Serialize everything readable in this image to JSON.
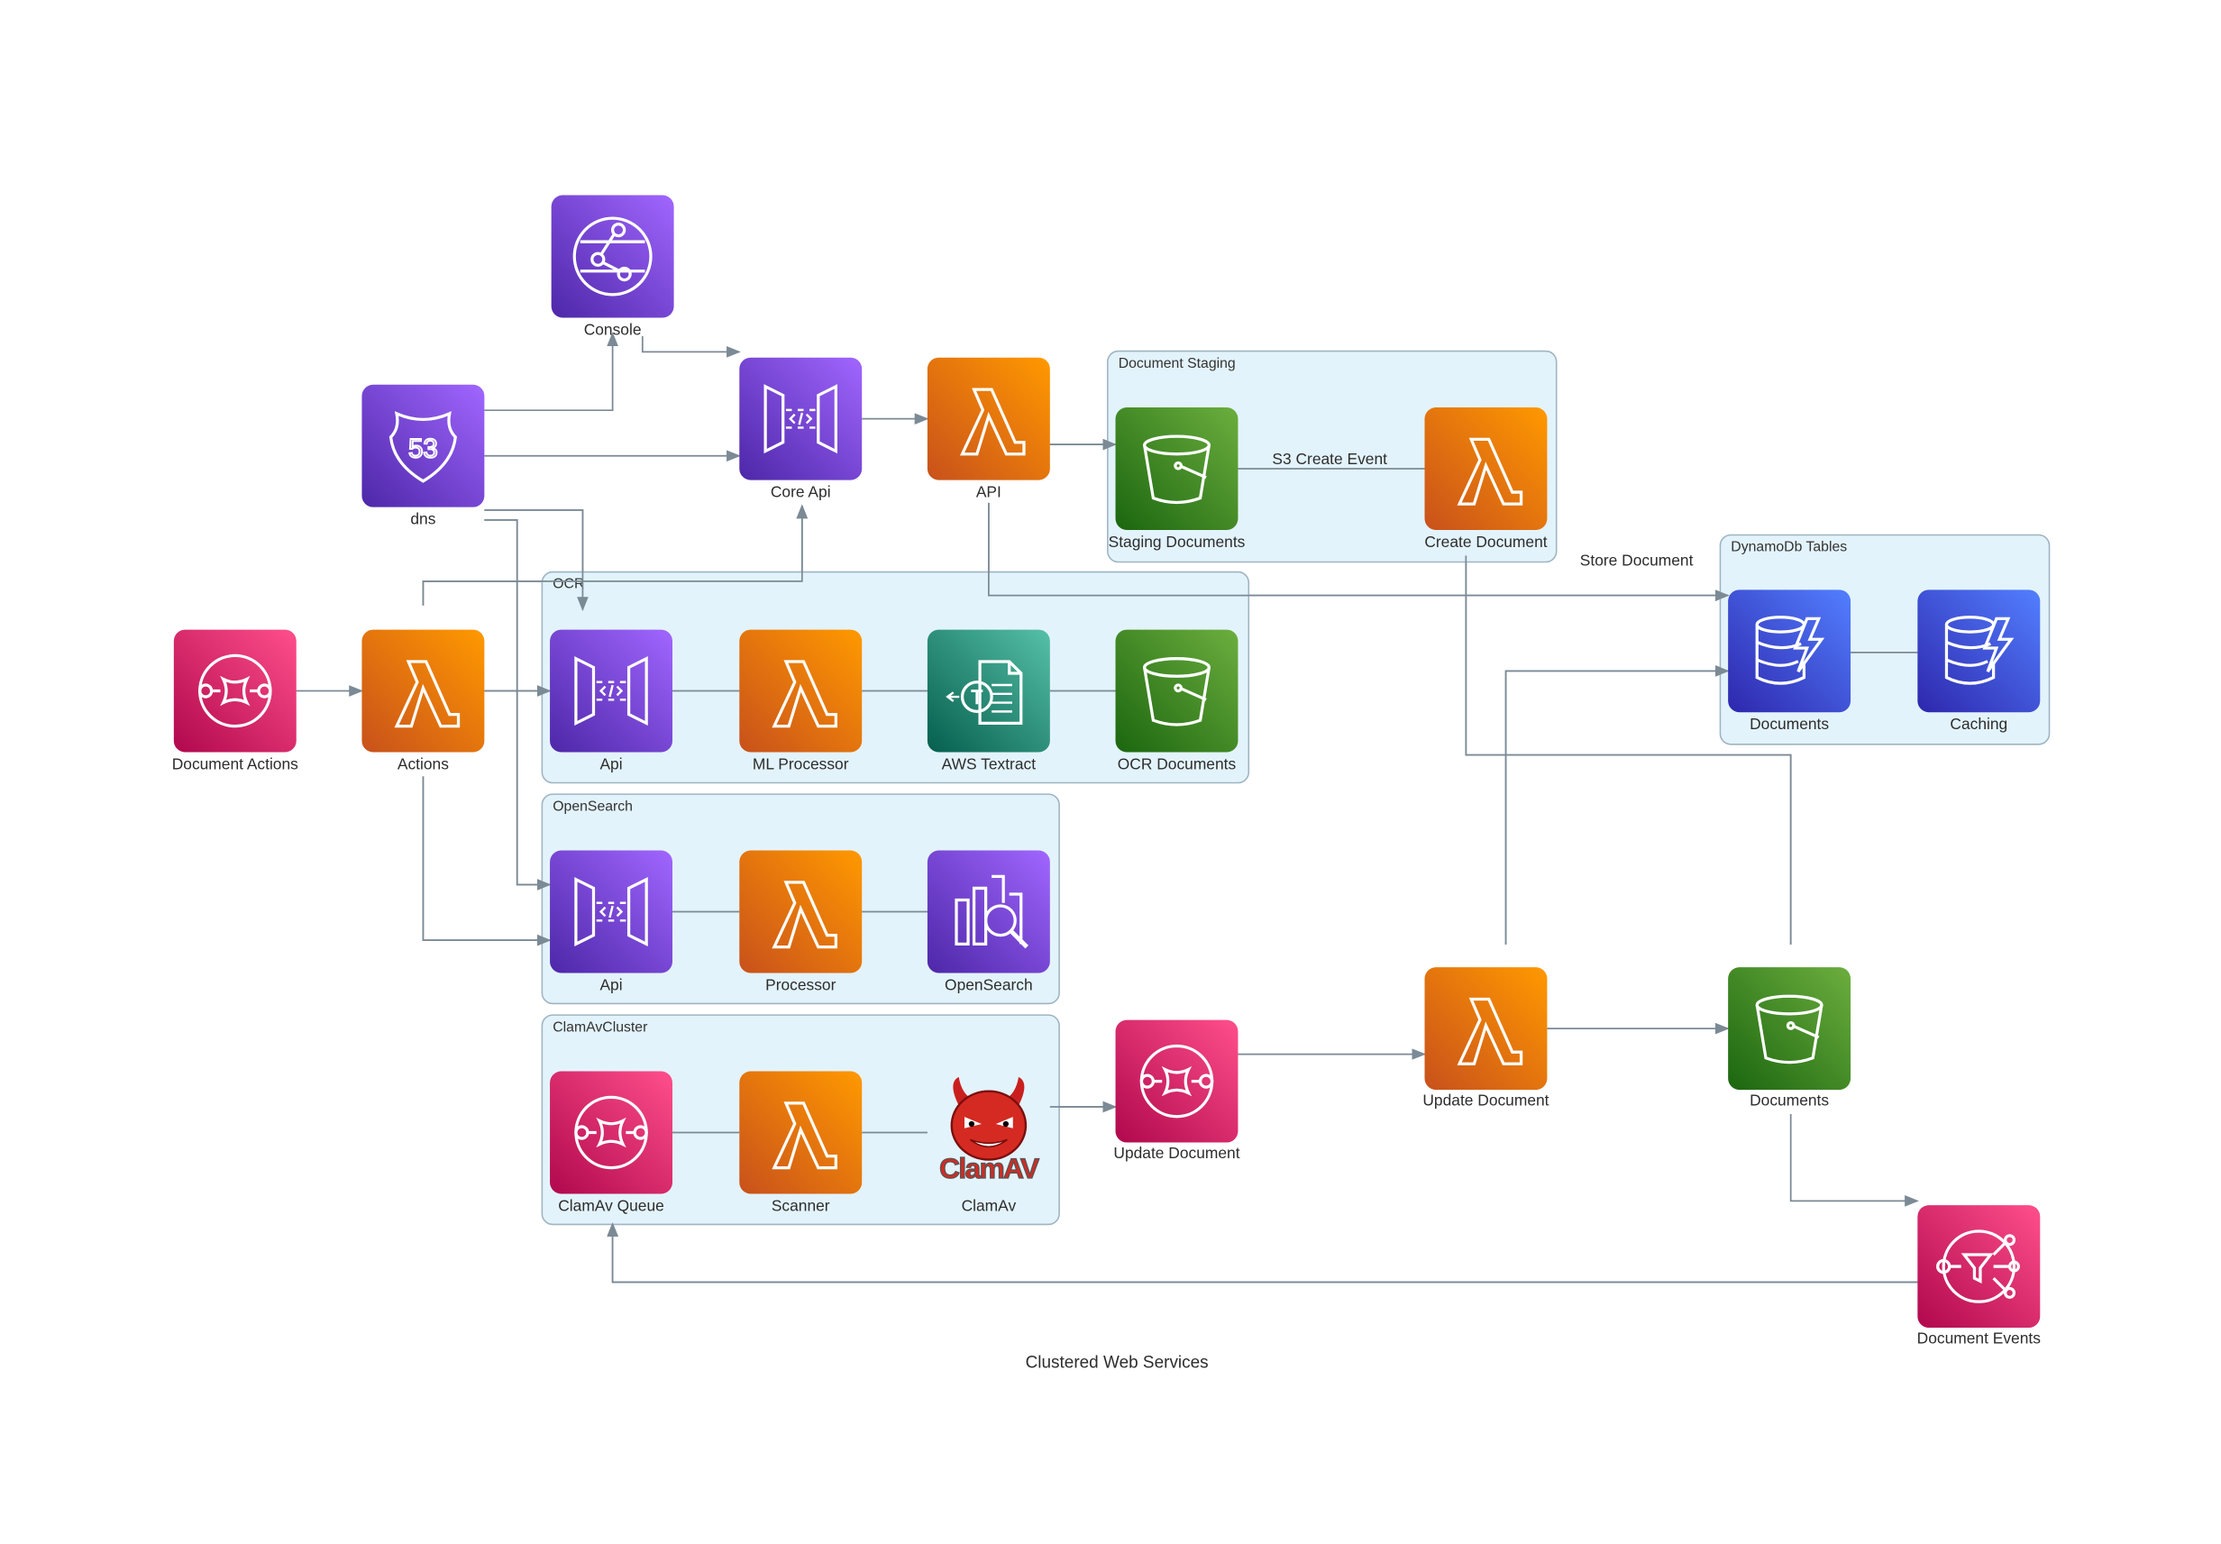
{
  "diagram": {
    "caption": "Clustered Web Services",
    "clusters": {
      "staging": "Document Staging",
      "dynamo": "DynamoDb Tables",
      "ocr": "OCR",
      "opensearch": "OpenSearch",
      "clamav": "ClamAvCluster"
    },
    "nodes": {
      "console": "Console",
      "dns": "dns",
      "core_api": "Core Api",
      "api": "API",
      "staging_documents": "Staging Documents",
      "create_document": "Create Document",
      "dynamo_documents": "Documents",
      "caching": "Caching",
      "document_actions": "Document Actions",
      "actions": "Actions",
      "ocr_api": "Api",
      "ml_processor": "ML Processor",
      "aws_textract": "AWS Textract",
      "ocr_documents": "OCR Documents",
      "os_api": "Api",
      "processor": "Processor",
      "opensearch": "OpenSearch",
      "clamav_queue": "ClamAv Queue",
      "scanner": "Scanner",
      "clamav": "ClamAv",
      "update_document_queue": "Update Document",
      "update_document_fn": "Update Document",
      "s3_documents": "Documents",
      "document_events": "Document Events"
    },
    "edge_labels": {
      "s3_create_event": "S3 Create Event",
      "store_document": "Store Document"
    },
    "logo_text": "ClamAV"
  }
}
